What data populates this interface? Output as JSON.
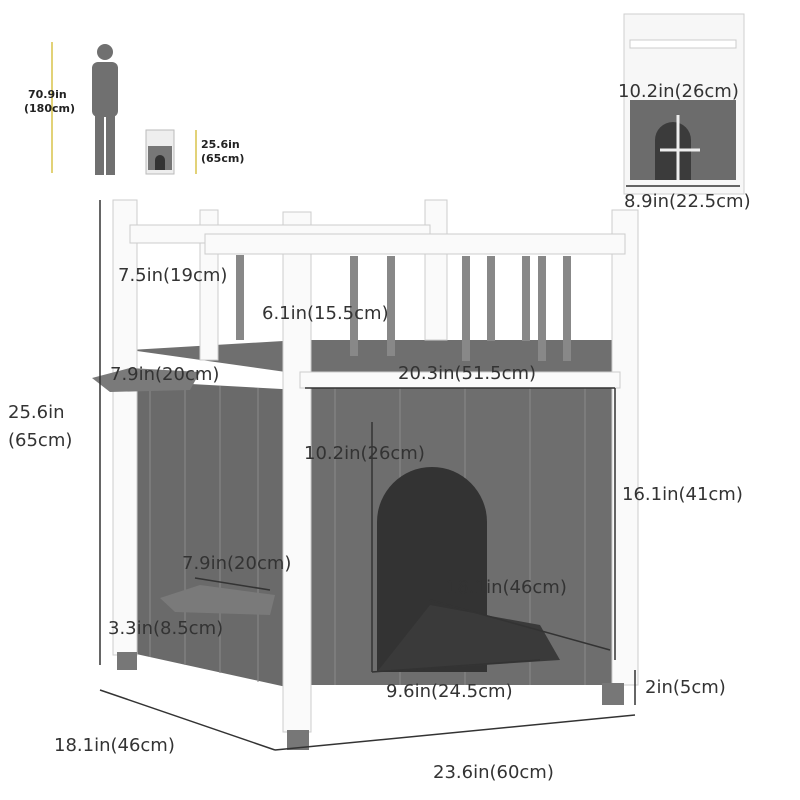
{
  "scale_reference": {
    "person_height": "70.9in",
    "person_height_cm": "(180cm)",
    "house_height": "25.6in",
    "house_height_cm": "(65cm)"
  },
  "inset_dimensions": {
    "depth_opening_height": "10.2in(26cm)",
    "opening_width": "8.9in(22.5cm)"
  },
  "main_dimensions": {
    "railing_height": "7.5in(19cm)",
    "railing_inner": "6.1in(15.5cm)",
    "step_upper": "7.9in(20cm)",
    "balcony_width": "20.3in(51.5cm)",
    "total_height": "25.6in",
    "total_height_cm": "(65cm)",
    "door_height": "10.2in(26cm)",
    "body_height": "16.1in(41cm)",
    "step_lower": "7.9in(20cm)",
    "inner_depth": "18.1in(46cm)",
    "step_depth": "3.3in(8.5cm)",
    "inner_width": "9.6in(24.5cm)",
    "leg_height": "2in(5cm)",
    "depth": "18.1in(46cm)",
    "width": "23.6in(60cm)"
  }
}
